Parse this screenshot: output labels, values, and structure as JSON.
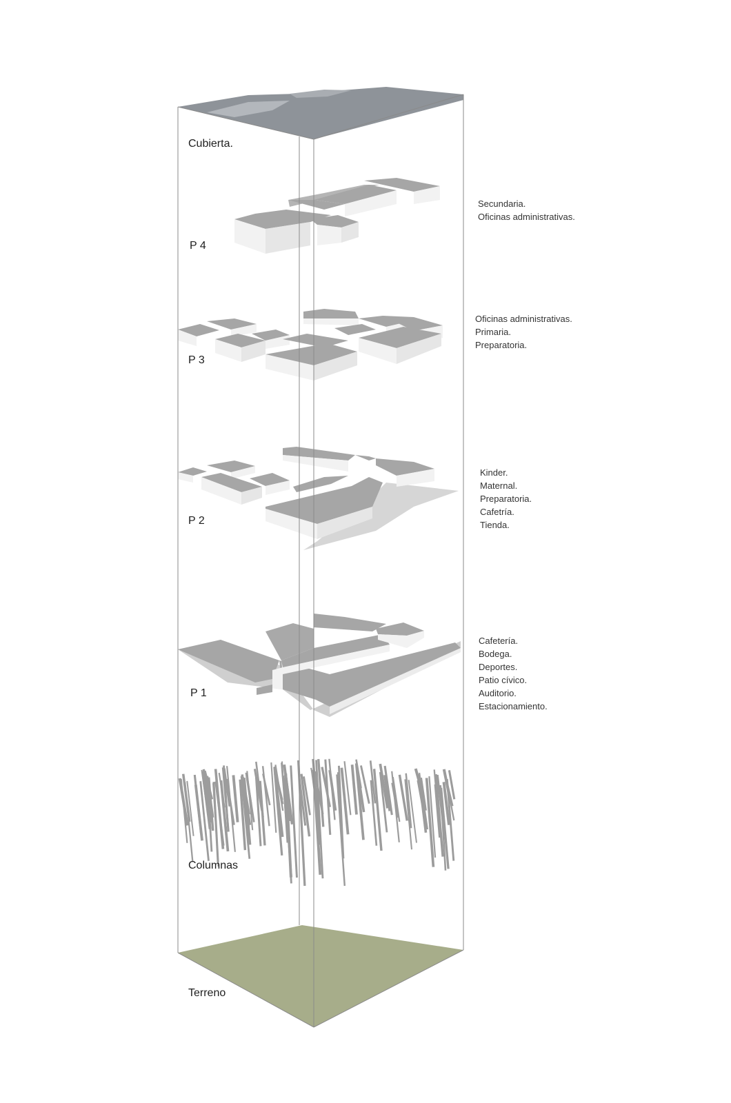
{
  "colors": {
    "roof": "#8e9399",
    "roof_light": "#b3b7bc",
    "slab_top": "#a6a6a6",
    "slab_side": "#f2f2f2",
    "slab_edge": "#c8c8c8",
    "plaza": "#d0d0d0",
    "column": "#9c9c9c",
    "terrain": "#a7ad8a",
    "frame": "#8a8a8a"
  },
  "levels": [
    {
      "id": "cubierta",
      "label": "Cubierta.",
      "uses": []
    },
    {
      "id": "p4",
      "label": "P 4",
      "uses": [
        "Secundaria.",
        "Oficinas administrativas."
      ]
    },
    {
      "id": "p3",
      "label": "P 3",
      "uses": [
        "Oficinas administrativas.",
        "Primaria.",
        "Preparatoria."
      ]
    },
    {
      "id": "p2",
      "label": "P 2",
      "uses": [
        "Kinder.",
        "Maternal.",
        "Preparatoria.",
        "Cafetría.",
        "Tienda."
      ]
    },
    {
      "id": "p1",
      "label": "P 1",
      "uses": [
        "Cafetería.",
        "Bodega.",
        "Deportes.",
        "Patio cívico.",
        "Auditorio.",
        "Estacionamiento."
      ]
    },
    {
      "id": "columnas",
      "label": "Columnas",
      "uses": []
    },
    {
      "id": "terreno",
      "label": "Terreno",
      "uses": []
    }
  ]
}
